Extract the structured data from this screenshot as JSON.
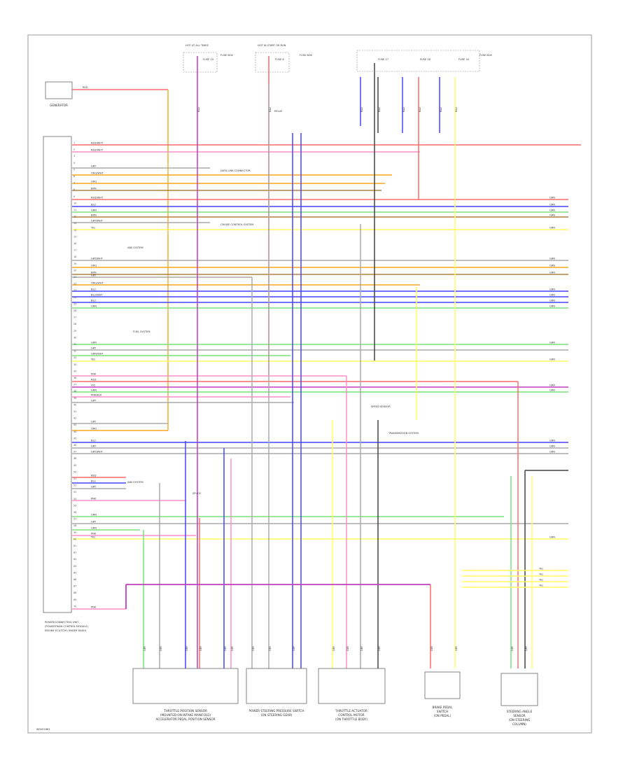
{
  "diagram": {
    "code": "W0001881",
    "colors": {
      "red": "#ff6b6b",
      "pink": "#ff8fc8",
      "blue": "#4444ff",
      "orange": "#f5a623",
      "green": "#7be07b",
      "yellow": "#ffff66",
      "gray": "#aaaaaa",
      "purple": "#c03fc0",
      "black": "#444444",
      "brown": "#b08040"
    },
    "top_labels": {
      "hot_1": "HOT AT ALL TIMES",
      "hot_2": "HOT IN START OR RUN",
      "fuse_1": "FUSE 19",
      "fuse_2": "FUSE 6",
      "fuse_3": "FUSE 17",
      "fuse_4": "FUSE 18",
      "fuse_5": "FUSE 34",
      "fuse_box": "FUSE BOX",
      "pinkwhite": "PNK/WHT",
      "relay": "RELAY"
    },
    "wire_codes": {
      "r": "RED",
      "rw": "RED/WHT",
      "bl": "BLU",
      "bw": "BLU/WHT",
      "gn": "GRN",
      "gw": "GRN/WHT",
      "yl": "YEL",
      "or": "ORG",
      "ow": "ORG/WHT",
      "gy": "GRY",
      "gyw": "GRY/WHT",
      "pk": "PNK",
      "pkw": "PNK/BLK",
      "bk": "BLK",
      "br": "BRN",
      "vi": "VIO",
      "vw": "VIO/WHT"
    },
    "generator": "GENERATOR",
    "module": {
      "label_1": "POWER/CONNECTING UNIT",
      "label_2": "(POWERTRAIN CONTROL MODULE)",
      "label_3": "ENGINE ECU/TCM (UNDER DASH)",
      "pins": [
        "1",
        "2",
        "3",
        "4",
        "5",
        "6",
        "7",
        "8",
        "9",
        "10",
        "11",
        "12",
        "13",
        "14",
        "15",
        "16",
        "17",
        "18",
        "19",
        "20",
        "21",
        "22",
        "23",
        "24",
        "25",
        "26",
        "27",
        "28",
        "29",
        "30",
        "31",
        "32",
        "33",
        "34",
        "35",
        "36",
        "37",
        "38",
        "39",
        "40",
        "41",
        "42",
        "43",
        "44",
        "45",
        "46",
        "47",
        "48",
        "49",
        "50",
        "51",
        "52",
        "53",
        "54",
        "55",
        "56",
        "57",
        "58",
        "59",
        "60",
        "61",
        "62",
        "63",
        "64",
        "65",
        "66",
        "67",
        "68",
        "69",
        "70"
      ]
    },
    "notes": {
      "data_link": "DATA LINK CONNECTOR",
      "speed_sensor": "SPEED SENSOR",
      "cruise_control": "CRUISE CONTROL SYSTEM",
      "transmission": "TRANSMISSION SYSTEM",
      "abs": "ABS SYSTEM",
      "fuel_system": "FUEL SYSTEM",
      "splice": "SPLICE"
    },
    "bottom": {
      "c1_1": "THROTTLE POSITION SENSOR",
      "c1_2": "(MOUNTED ON INTAKE MANIFOLD)",
      "c1_3": "ACCELERATOR PEDAL POSITION SENSOR",
      "c2_1": "POWER STEERING PRESSURE SWITCH",
      "c2_2": "(ON STEERING GEAR)",
      "c3_1": "THROTTLE ACTUATOR",
      "c3_2": "CONTROL MOTOR",
      "c3_3": "(ON THROTTLE BODY)",
      "c4_1": "BRAKE PEDAL",
      "c4_2": "SWITCH",
      "c4_3": "(ON PEDAL)",
      "c5_1": "STEERING ANGLE",
      "c5_2": "SENSOR",
      "c5_3": "(ON STEERING",
      "c5_4": "COLUMN)"
    }
  }
}
